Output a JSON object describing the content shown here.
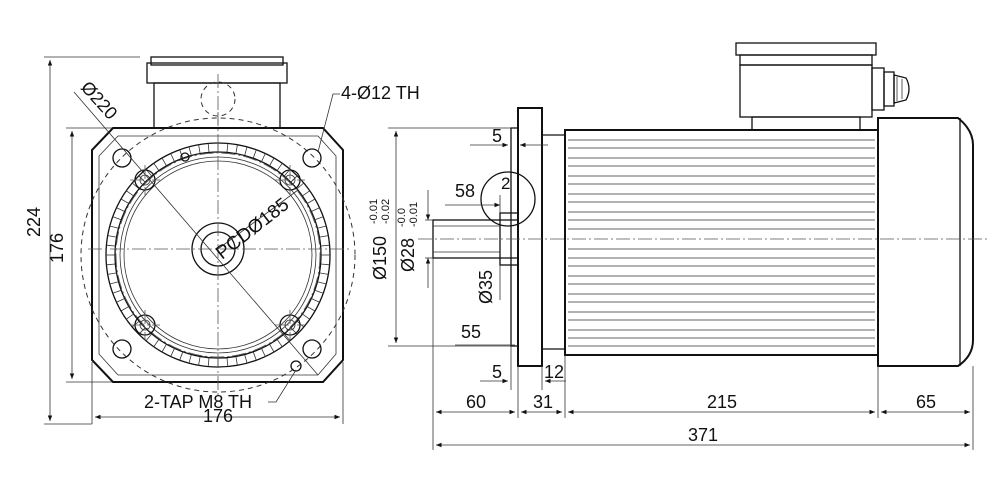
{
  "front_view": {
    "dim_diameter_outer": "Ø220",
    "dim_height_total": "224",
    "dim_height_center": "176",
    "dim_width": "176",
    "callout_holes": "4-Ø12 TH",
    "callout_tap": "2-TAP M8 TH",
    "pcd_label": "PCDØ185"
  },
  "side_view": {
    "dim_flange_thk_top": "5",
    "dim_spigot": "58",
    "detail_marker": "2",
    "dim_flange_dia": "Ø150",
    "tol_flange_upper": "-0.01",
    "tol_flange_lower": "-0.02",
    "dim_shaft_dia": "Ø28",
    "tol_shaft_upper": "-0.0",
    "tol_shaft_lower": "-0.01",
    "dim_pilot_dia": "Ø35",
    "dim_shaft_len_55": "55",
    "dim_flange_thk_bottom": "5",
    "dim_flange_12": "12",
    "dim_60": "60",
    "dim_31": "31",
    "dim_215": "215",
    "dim_65": "65",
    "dim_total": "371"
  }
}
